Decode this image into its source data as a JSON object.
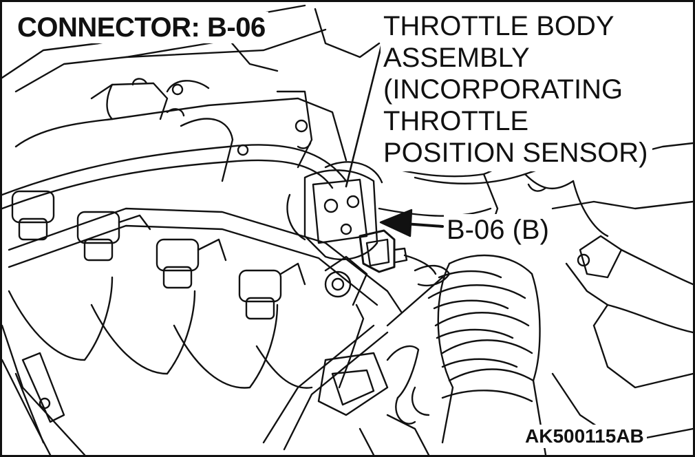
{
  "title": "CONNECTOR: B-06",
  "callout": {
    "lines": [
      "THROTTLE BODY",
      "ASSEMBLY",
      "(INCORPORATING",
      "THROTTLE",
      "POSITION SENSOR)"
    ]
  },
  "connector_label": "B-06 (B)",
  "figure_id": "AK500115AB"
}
